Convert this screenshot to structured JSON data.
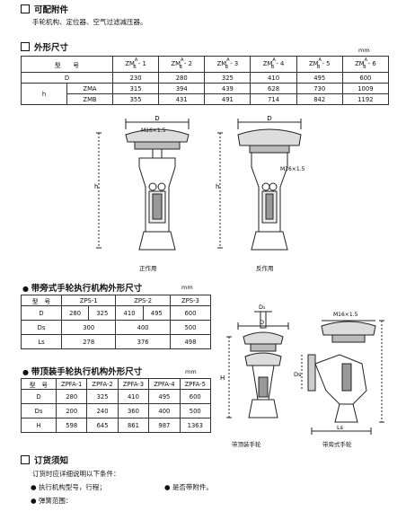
{
  "s1": {
    "title": "可配附件",
    "body": "手轮机构、定位器、空气过滤减压器。"
  },
  "s2": {
    "title": "外形尺寸",
    "unit": "mm"
  },
  "t1": {
    "h_model": "型　　号",
    "cols": [
      "1",
      "2",
      "3",
      "4",
      "5",
      "6"
    ],
    "rows": [
      {
        "g": "D",
        "s": "",
        "v": [
          "230",
          "280",
          "325",
          "410",
          "495",
          "600"
        ]
      },
      {
        "g": "h",
        "s": "ZMA",
        "v": [
          "315",
          "394",
          "439",
          "628",
          "730",
          "1009"
        ]
      },
      {
        "g": "",
        "s": "ZMB",
        "v": [
          "355",
          "431",
          "491",
          "714",
          "842",
          "1192"
        ]
      }
    ]
  },
  "fig1": {
    "cap_left": "正作用",
    "cap_right": "反作用",
    "D": "D",
    "h": "h",
    "m16a": "M16×1.5",
    "m16b": "M16×1.5"
  },
  "s3": {
    "title": "带旁式手轮执行机构外形尺寸",
    "unit": "mm"
  },
  "t2": {
    "h1": "型　号",
    "h2": "ZPS-1",
    "h3": "ZPS-2",
    "h4": "ZPS-3",
    "r1": {
      "l": "D",
      "v": [
        "280",
        "325",
        "410",
        "495",
        "600"
      ]
    },
    "r2": {
      "l": "Ds",
      "v": [
        "300",
        "400",
        "500"
      ]
    },
    "r3": {
      "l": "Ls",
      "v": [
        "278",
        "376",
        "498"
      ]
    }
  },
  "s4": {
    "title": "带顶装手轮执行机构外形尺寸",
    "unit": "mm"
  },
  "t3": {
    "hdr": [
      "型　号",
      "ZPFA-1",
      "ZPFA-2",
      "ZPFA-3",
      "ZPFA-4",
      "ZPFA-5"
    ],
    "rows": [
      {
        "l": "D",
        "v": [
          "280",
          "325",
          "410",
          "495",
          "600"
        ]
      },
      {
        "l": "Ds",
        "v": [
          "200",
          "240",
          "360",
          "400",
          "500"
        ]
      },
      {
        "l": "H",
        "v": [
          "598",
          "645",
          "861",
          "987",
          "1363"
        ]
      }
    ]
  },
  "fig2": {
    "cap_left": "带顶装手轮",
    "cap_right": "带旁式手轮",
    "dz": "D₂",
    "h": "H",
    "ds": "Ds",
    "ls": "Ls",
    "m16": "M16×1.5",
    "d": "D"
  },
  "s5": {
    "title": "订货须知",
    "intro": "订货时应详细说明以下条件：",
    "b1": "执行机构型号，行程；",
    "b2": "是否带附件。",
    "b3": "弹簧范围："
  }
}
